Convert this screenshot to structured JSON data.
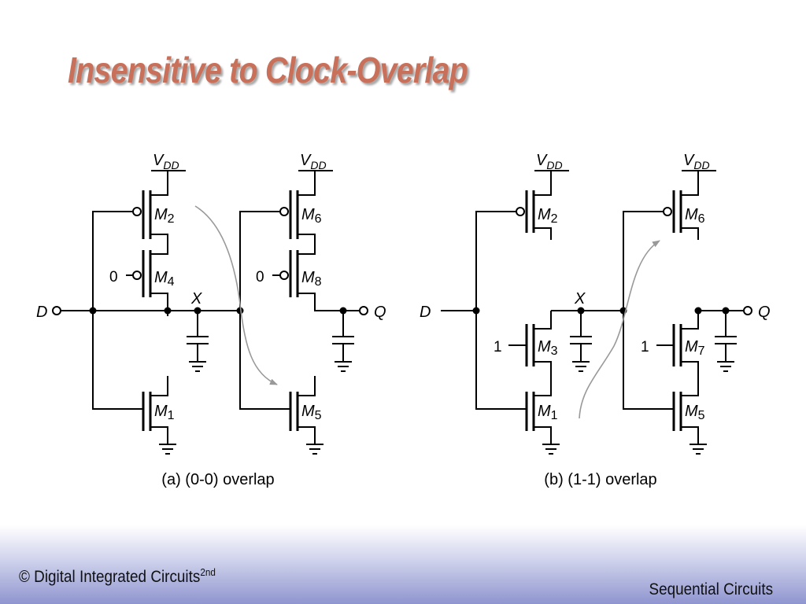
{
  "slide": {
    "title": "Insensitive to Clock-Overlap"
  },
  "circuit_a": {
    "vdd": "V",
    "dd": "DD",
    "m": "M",
    "m2_sub": "2",
    "m4_sub": "4",
    "m1_sub": "1",
    "m6_sub": "6",
    "m8_sub": "8",
    "m5_sub": "5",
    "clk_m4": "0",
    "clk_m8": "0",
    "in_label": "D",
    "node_label": "X",
    "out_label": "Q",
    "caption": "(a) (0-0) overlap"
  },
  "circuit_b": {
    "vdd": "V",
    "dd": "DD",
    "m": "M",
    "m2_sub": "2",
    "m3_sub": "3",
    "m1_sub": "1",
    "m6_sub": "6",
    "m7_sub": "7",
    "m5_sub": "5",
    "clk_m3": "1",
    "clk_m7": "1",
    "in_label": "D",
    "node_label": "X",
    "out_label": "Q",
    "caption": "(b) (1-1) overlap"
  },
  "footer": {
    "left": "© Digital Integrated Circuits",
    "left_sup": "2nd",
    "right": "Sequential Circuits"
  },
  "colors": {
    "title": "#c9705a",
    "arrow": "#999999",
    "footer_band": "#8f95cf"
  }
}
